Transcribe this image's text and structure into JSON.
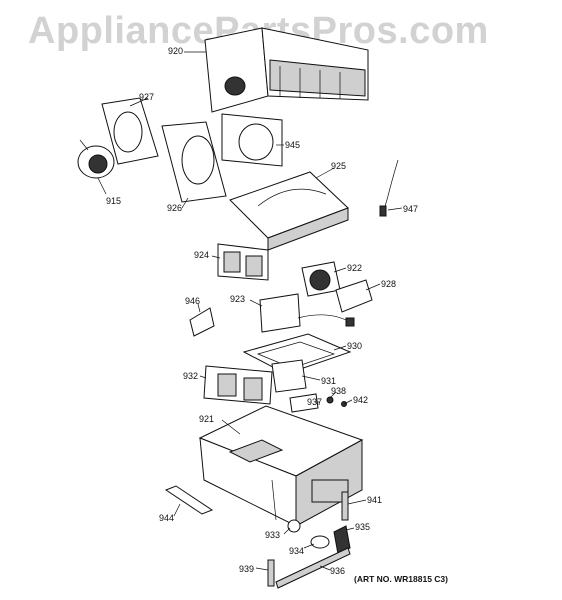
{
  "watermark": "AppliancePartsPros.com",
  "art_number": "(ART NO. WR18815 C3)",
  "callouts": {
    "c920": "920",
    "c927": "927",
    "c945": "945",
    "c915": "915",
    "c926": "926",
    "c925": "925",
    "c947": "947",
    "c924": "924",
    "c922": "922",
    "c928": "928",
    "c946": "946",
    "c923": "923",
    "c930": "930",
    "c932": "932",
    "c931": "931",
    "c938": "938",
    "c942": "942",
    "c937": "937",
    "c921": "921",
    "c941": "941",
    "c944": "944",
    "c935": "935",
    "c933": "933",
    "c934": "934",
    "c939": "939",
    "c936": "936"
  }
}
